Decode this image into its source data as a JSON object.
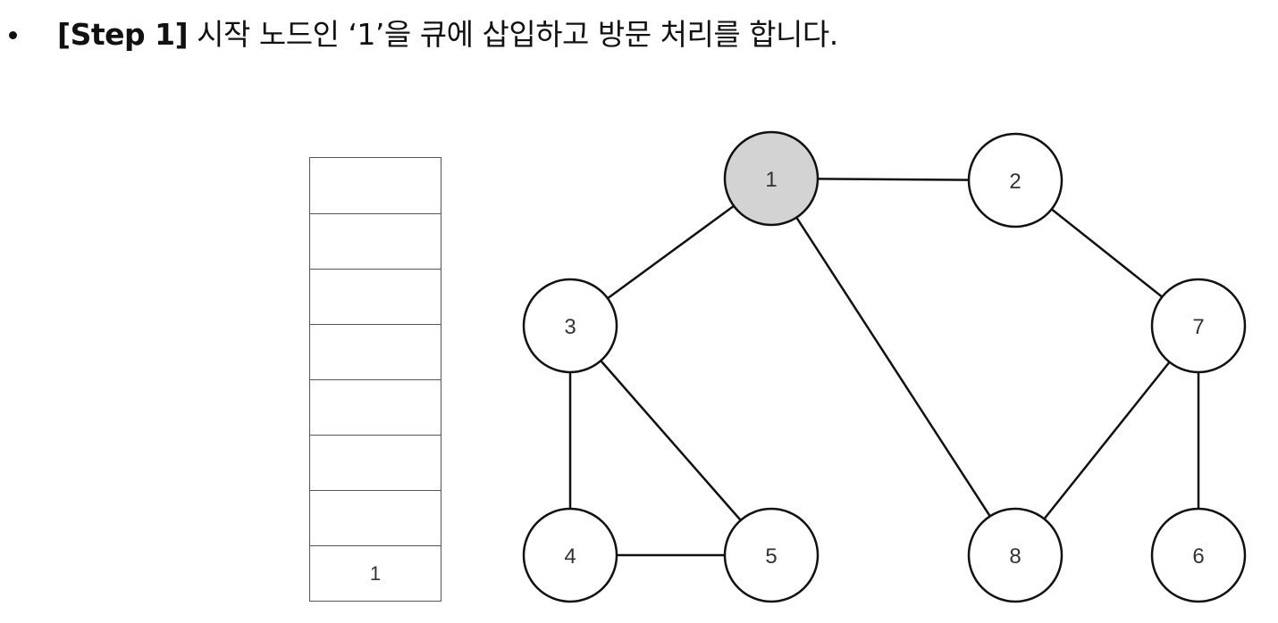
{
  "header": {
    "step_label": "[Step 1]",
    "text": " 시작 노드인 ‘1’을 큐에 삽입하고 방문 처리를 합니다."
  },
  "queue": {
    "cells": [
      "",
      "",
      "",
      "",
      "",
      "",
      "",
      "1"
    ]
  },
  "graph": {
    "nodes": [
      {
        "id": "1",
        "label": "1",
        "visited": true
      },
      {
        "id": "2",
        "label": "2",
        "visited": false
      },
      {
        "id": "3",
        "label": "3",
        "visited": false
      },
      {
        "id": "4",
        "label": "4",
        "visited": false
      },
      {
        "id": "5",
        "label": "5",
        "visited": false
      },
      {
        "id": "6",
        "label": "6",
        "visited": false
      },
      {
        "id": "7",
        "label": "7",
        "visited": false
      },
      {
        "id": "8",
        "label": "8",
        "visited": false
      }
    ],
    "edges": [
      [
        "1",
        "2"
      ],
      [
        "1",
        "3"
      ],
      [
        "1",
        "8"
      ],
      [
        "2",
        "7"
      ],
      [
        "3",
        "4"
      ],
      [
        "3",
        "5"
      ],
      [
        "4",
        "5"
      ],
      [
        "7",
        "8"
      ],
      [
        "7",
        "6"
      ]
    ]
  },
  "colors": {
    "visited_fill": "#d3d3d3",
    "unvisited_fill": "#ffffff",
    "stroke": "#111111"
  }
}
